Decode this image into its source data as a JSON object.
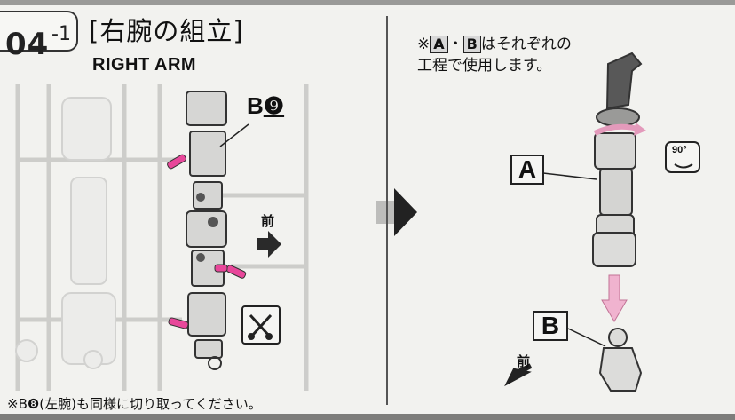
{
  "step": {
    "number": "04",
    "sub": "-1"
  },
  "title": {
    "jp": "[右腕の組立]",
    "en": "RIGHT ARM"
  },
  "part_ref": {
    "letter": "B",
    "number": "❾"
  },
  "front_label_left": "前",
  "front_label_right": "前",
  "note_top": {
    "prefix": "※",
    "a": "A",
    "sep": "・",
    "b": "B",
    "line1_rest": "はそれぞれの",
    "line2": "工程で使用します。"
  },
  "callout_a": "A",
  "callout_b": "B",
  "rotate_label": "90°",
  "bottom_note": "※B❽(左腕)も同様に切り取ってください。",
  "colors": {
    "gate": "#e8479a",
    "pink_arrow": "#f0b3cf",
    "dark": "#2a2a2a",
    "sprue": "#e4e4e2"
  }
}
